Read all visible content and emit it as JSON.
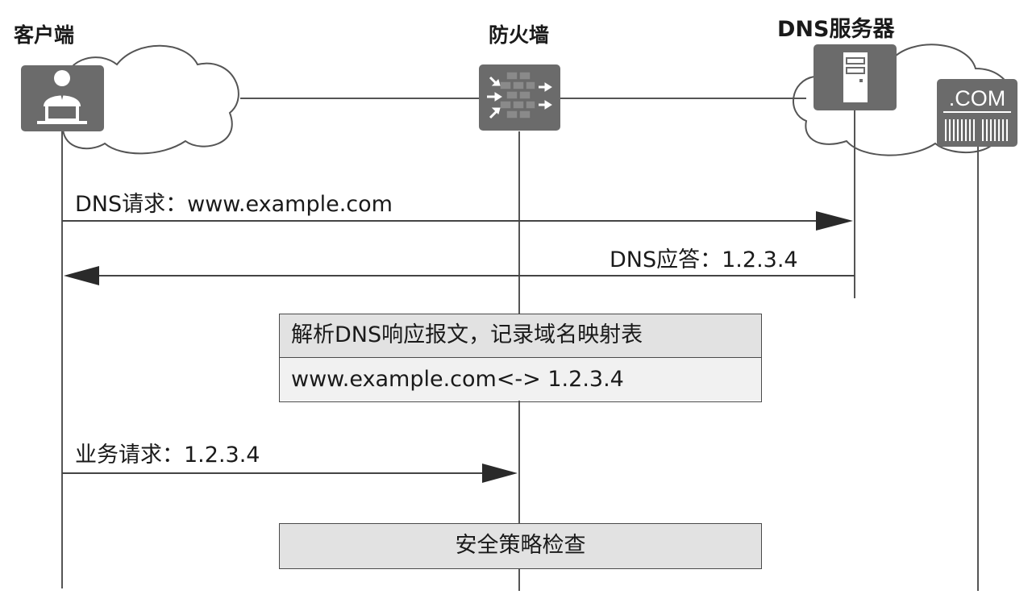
{
  "nodes": {
    "client": {
      "label": "客户端"
    },
    "firewall": {
      "label": "防火墙"
    },
    "dns_server": {
      "label": "DNS服务器"
    },
    "com_server": {
      "label": ".COM"
    }
  },
  "messages": [
    {
      "label": "DNS请求：www.example.com"
    },
    {
      "label": "DNS应答：1.2.3.4"
    },
    {
      "label": "业务请求：1.2.3.4"
    }
  ],
  "mapping_box": {
    "title": "解析DNS响应报文，记录域名映射表",
    "entry": "www.example.com<-> 1.2.3.4"
  },
  "policy_box": {
    "label": "安全策略检查"
  },
  "colors": {
    "icon_fill": "#6b6b6b",
    "line": "#555555",
    "box_fill": "#e2e2e2",
    "box_fill_light": "#f1f1f1"
  }
}
